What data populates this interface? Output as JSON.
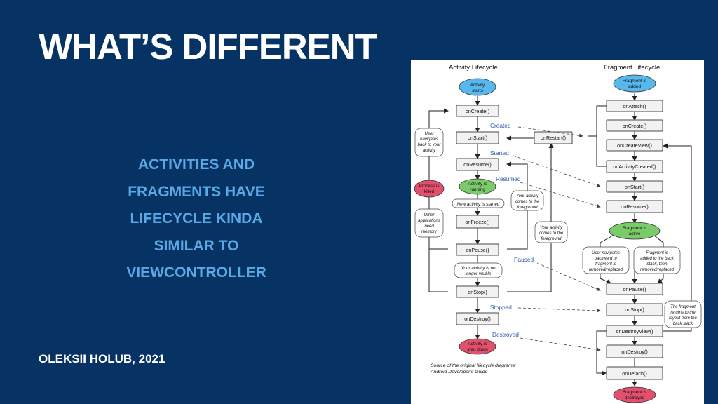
{
  "slide": {
    "title": "WHAT’S DIFFERENT",
    "body_lines": [
      "ACTIVITIES AND",
      "FRAGMENTS HAVE",
      "LIFECYCLE KINDA",
      "SIMILAR TO",
      "VIEWCONTROLLER"
    ],
    "footer": "OLEKSII HOLUB, 2021"
  },
  "colors": {
    "background": "#063363",
    "accent": "#5aa9e6",
    "start_blue": "#56b8ec",
    "running_green": "#7ccb6b",
    "killed_red": "#e2506e"
  },
  "diagram": {
    "activity_header": "Activity Lifecycle",
    "fragment_header": "Fragment Lifecycle",
    "activity": {
      "starts": [
        "Activity",
        "starts"
      ],
      "onCreate": "onCreate()",
      "onStart": "onStart()",
      "onRestart": "onRestart()",
      "onResume": "onResume()",
      "running": [
        "Activity is",
        "running"
      ],
      "new_activity": "New activity is started",
      "onFreeze": "onFreeze()",
      "onPause": "onPause()",
      "no_longer_visible": [
        "Your activity is no",
        "longer visible"
      ],
      "onStop": "onStop()",
      "onDestroy": "onDestroy()",
      "shut_down": [
        "Activity is",
        "shut down"
      ],
      "user_navigates_back": [
        "User",
        "navigates",
        "back to your",
        "activity"
      ],
      "process_killed": [
        "Process is",
        "killed"
      ],
      "other_apps": [
        "Other",
        "applications",
        "need",
        "memory"
      ],
      "comes_to_foreground_1": [
        "Your activity",
        "comes to the",
        "foreground"
      ],
      "comes_to_foreground_2": [
        "Your activity",
        "comes to the",
        "foreground"
      ]
    },
    "states": {
      "created": "Created",
      "started": "Started",
      "resumed": "Resumed",
      "paused": "Paused",
      "stopped": "Stopped",
      "destroyed": "Destroyed"
    },
    "fragment": {
      "added": [
        "Fragment is",
        "added"
      ],
      "onAttach": "onAttach()",
      "onCreate": "onCreate()",
      "onCreateView": "onCreateView()",
      "onActivityCreated": "onActivityCreated()",
      "onStart": "onStart()",
      "onResume": "onResume()",
      "active": [
        "Fragment is",
        "active"
      ],
      "user_navigates_backward": [
        "User navigates",
        "backward or",
        "fragment is",
        "removed/replaced"
      ],
      "added_to_back_stack": [
        "Fragment is",
        "added to the back",
        "stack, then",
        "removed/replaced"
      ],
      "onPause": "onPause()",
      "onStop": "onStop()",
      "onDestroyView": "onDestroyView()",
      "returns_to_layout": [
        "The fragment",
        "returns to the",
        "layout from the",
        "back stack"
      ],
      "onDestroy": "onDestroy()",
      "onDetach": "onDetach()",
      "destroyed": [
        "Fragment is",
        "destroyed"
      ]
    },
    "source_note": [
      "Source of the original lifecycle diagrams:",
      "Android Developer’s Guide"
    ]
  }
}
